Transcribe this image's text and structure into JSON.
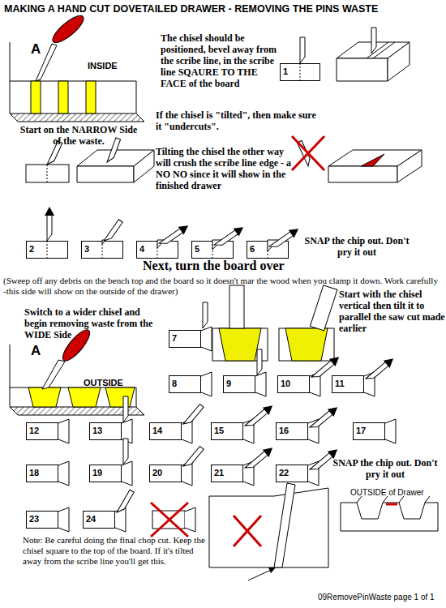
{
  "diagram": {
    "title": "MAKING A HAND CUT DOVETAILED DRAWER - REMOVING THE PINS WASTE",
    "nodes": [
      {
        "text": [
          "1"
        ]
      },
      {
        "text": [
          "2"
        ]
      },
      {
        "text": [
          "3"
        ]
      },
      {
        "text": [
          "4"
        ]
      },
      {
        "text": [
          "5"
        ]
      },
      {
        "text": [
          "6"
        ]
      },
      {
        "text": [
          "7"
        ]
      },
      {
        "text": [
          "8"
        ]
      },
      {
        "text": [
          "9"
        ]
      },
      {
        "text": [
          "10"
        ]
      },
      {
        "text": [
          "11"
        ]
      },
      {
        "text": [
          "12"
        ]
      },
      {
        "text": [
          "13"
        ]
      },
      {
        "text": [
          "14"
        ]
      },
      {
        "text": [
          "15"
        ]
      },
      {
        "text": [
          "16"
        ]
      },
      {
        "text": [
          "17"
        ]
      },
      {
        "text": [
          "18"
        ]
      },
      {
        "text": [
          "19"
        ]
      },
      {
        "text": [
          "20"
        ]
      },
      {
        "text": [
          "21"
        ]
      },
      {
        "text": [
          "22"
        ]
      },
      {
        "text": [
          "23"
        ]
      },
      {
        "text": [
          "24"
        ]
      }
    ],
    "labels": [
      "A",
      "INSIDE",
      "The chisel should be positioned, bevel away from the scribe line, in the scribe line SQAURE TO THE FACE of the board",
      "Start on the NARROW Side of the waste.",
      "If the chisel is \"tilted\", then make sure it \"undercuts\".",
      "Tilting the chisel the other way will crush the scribe line edge - a NO NO since it will show in the finished drawer",
      "SNAP the chip out. Don't pry it out",
      "Next, turn the board over",
      "(Sweep off any debris on the bench top and the board so it doesn't mar the wood when you clamp it down. Work carefully -this side will show on the outside of the drawer)",
      "Switch to a wider chisel and begin removing waste from the WIDE Side",
      "Start with the chisel vertical then tilt it to parallel the saw cut made earlier",
      "A",
      "OUTSIDE",
      "SNAP the chip out. Don't pry it out",
      "OUTSIDE of Drawer",
      "Note: Be careful doing the final chop cut. Keep the chisel square to the top of the board. If it's tilted away from the scribe line you'll get this.",
      "09RemovePinWaste page 1 of 1"
    ]
  }
}
